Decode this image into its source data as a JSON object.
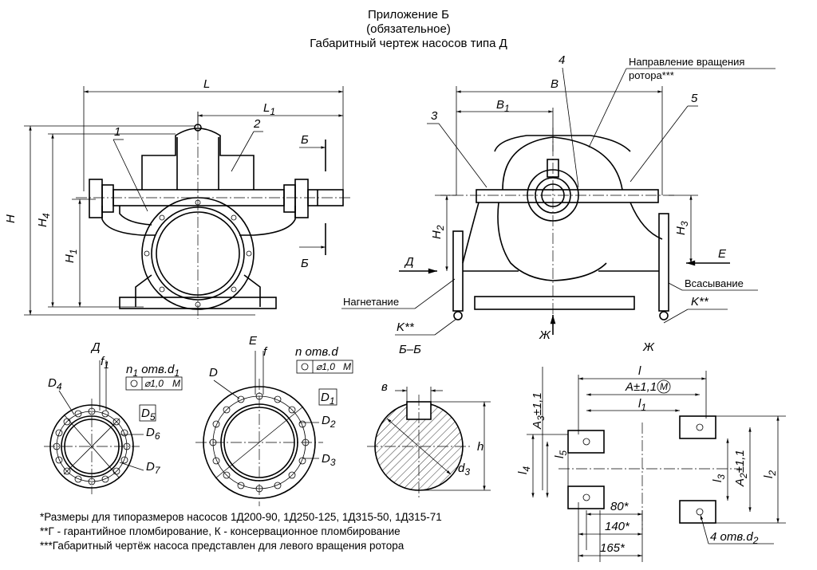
{
  "header": {
    "line1": "Приложение Б",
    "line2": "(обязательное)",
    "line3": "Габаритный чертеж насосов типа Д"
  },
  "front_view": {
    "dim_L": "L",
    "dim_L1": "L",
    "dim_L1_sub": "1",
    "dim_H": "H",
    "dim_H4": "H",
    "dim_H4_sub": "4",
    "dim_H1": "H",
    "dim_H1_sub": "1",
    "callout_1": "1",
    "callout_2": "2",
    "section_top": "Б",
    "section_bottom": "Б"
  },
  "side_view": {
    "dim_B": "B",
    "dim_B1": "B",
    "dim_B1_sub": "1",
    "dim_H2": "H",
    "dim_H2_sub": "2",
    "dim_H3": "H",
    "dim_H3_sub": "3",
    "callout_3": "3",
    "callout_4": "4",
    "callout_5": "5",
    "rotation_note_1": "Направление вращения",
    "rotation_note_2": "ротора***",
    "discharge": "Нагнетание",
    "suction": "Всасывание",
    "arrow_D": "Д",
    "arrow_E": "E",
    "arrow_Zh_1": "Ж",
    "arrow_Zh_2": "Ж",
    "seal_K_left": "K**",
    "seal_K_right": "K**",
    "section_label": "Б–Б"
  },
  "flange_D": {
    "view_label": "Д",
    "f": "f",
    "f_sub": "1",
    "holes": "n",
    "holes_sub": "1",
    "holes_text": " отв.d",
    "holes_d_sub": "1",
    "tolerance": "⌀1,0",
    "tol_M": "M",
    "D4": "D",
    "D4_sub": "4",
    "D5": "D",
    "D5_sub": "5",
    "D6": "D",
    "D6_sub": "6",
    "D7": "D",
    "D7_sub": "7"
  },
  "flange_E": {
    "view_label": "E",
    "f": "f",
    "holes_text": "n отв.d",
    "tolerance": "⌀1,0",
    "tol_M": "M",
    "D": "D",
    "D1": "D",
    "D1_sub": "1",
    "D2": "D",
    "D2_sub": "2",
    "D3": "D",
    "D3_sub": "3"
  },
  "shaft_section": {
    "b": "в",
    "h": "h",
    "d3": "d",
    "d3_sub": "3"
  },
  "foot_view": {
    "l": "l",
    "A_tol": "A±1,1",
    "A_M": "M",
    "l1": "l",
    "l1_sub": "1",
    "A3_tol": "A",
    "A3_sub": "3",
    "A3_rest": "±1,1",
    "l5": "l",
    "l5_sub": "5",
    "l4": "l",
    "l4_sub": "4",
    "l3": "l",
    "l3_sub": "3",
    "l2": "l",
    "l2_sub": "2",
    "A2_tol": "A",
    "A2_sub": "2",
    "A2_rest": "±1,1",
    "dim_80": "80*",
    "dim_140": "140*",
    "dim_165": "165*",
    "holes_4": "4 отв.d",
    "holes_4_sub": "2"
  },
  "notes": {
    "n1": "*Размеры для типоразмеров насосов 1Д200-90, 1Д250-125, 1Д315-50, 1Д315-71",
    "n2": "**Г - гарантийное пломбирование, К - консервационное пломбирование",
    "n3": "***Габаритный чертёж насоса представлен для левого вращения ротора"
  }
}
